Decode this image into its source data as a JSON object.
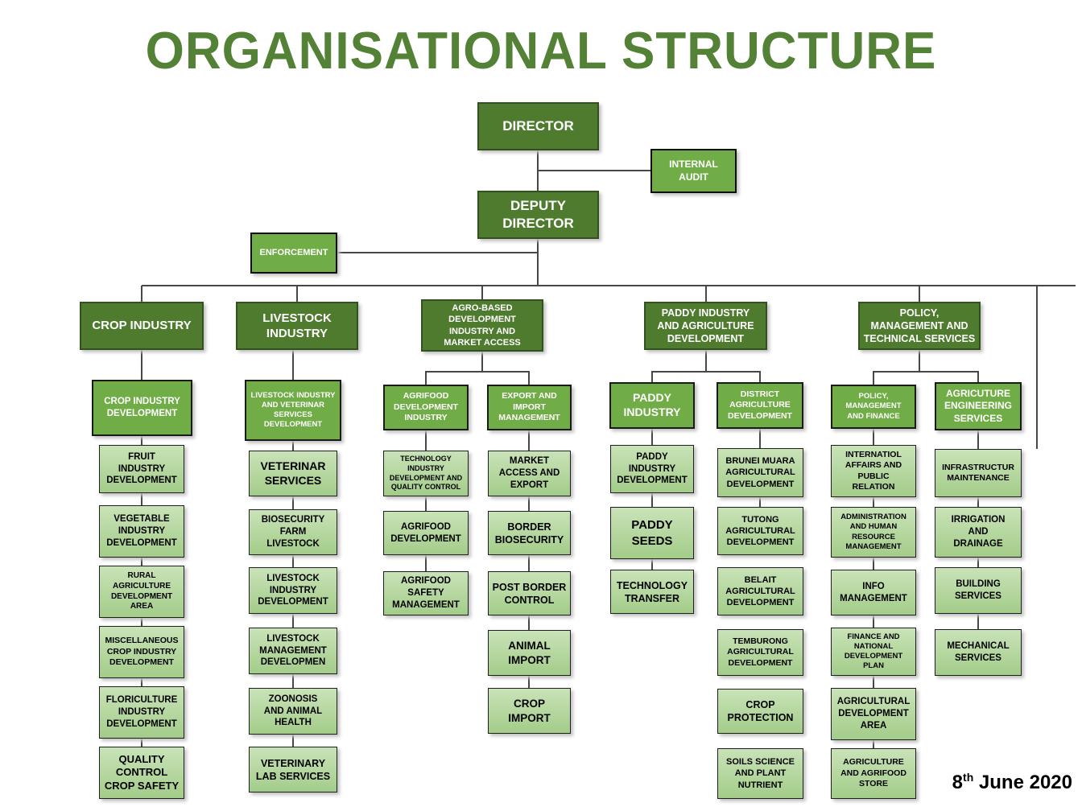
{
  "title": "ORGANISATIONAL STRUCTURE",
  "footer": {
    "date_day": "8",
    "date_ordinal": "th",
    "date_rest": " June 2020"
  },
  "colors": {
    "title_green": "#538135",
    "dark_box": "#4f7b2f",
    "medium_box": "#71ad47",
    "light_box_top": "#c9e3b8",
    "light_box_bottom": "#a3cc89",
    "connector": "#474747"
  },
  "executive": {
    "director": "DIRECTOR",
    "internal_audit": "INTERNAL\nAUDIT",
    "deputy_director": "DEPUTY\nDIRECTOR",
    "enforcement": "ENFORCEMENT"
  },
  "divisions": {
    "crop": {
      "head": "CROP INDUSTRY",
      "dept": "CROP INDUSTRY\nDEVELOPMENT",
      "units": [
        "FRUIT\nINDUSTRY\nDEVELOPMENT",
        "VEGETABLE\nINDUSTRY\nDEVELOPMENT",
        "RURAL\nAGRICULTURE\nDEVELOPMENT\nAREA",
        "MISCELLANEOUS\nCROP INDUSTRY\nDEVELOPMENT",
        "FLORICULTURE\nINDUSTRY\nDEVELOPMENT",
        "QUALITY\nCONTROL\nCROP SAFETY"
      ]
    },
    "livestock": {
      "head": "LIVESTOCK\nINDUSTRY",
      "dept": "LIVESTOCK INDUSTRY\nAND VETERINAR\nSERVICES\nDEVELOPMENT",
      "units": [
        "VETERINAR\nSERVICES",
        "BIOSECURITY\nFARM\nLIVESTOCK",
        "LIVESTOCK\nINDUSTRY\nDEVELOPMENT",
        "LIVESTOCK\nMANAGEMENT\nDEVELOPMEN",
        "ZOONOSIS\nAND ANIMAL\nHEALTH",
        "VETERINARY\nLAB SERVICES"
      ]
    },
    "agro": {
      "head": "AGRO-BASED\nDEVELOPMENT\nINDUSTRY AND\nMARKET ACCESS",
      "agrifood": {
        "dept": "AGRIFOOD\nDEVELOPMENT\nINDUSTRY",
        "units": [
          "TECHNOLOGY\nINDUSTRY\nDEVELOPMENT AND\nQUALITY CONTROL",
          "AGRIFOOD\nDEVELOPMENT",
          "AGRIFOOD\nSAFETY\nMANAGEMENT"
        ]
      },
      "export": {
        "dept": "EXPORT AND\nIMPORT\nMANAGEMENT",
        "units": [
          "MARKET\nACCESS AND\nEXPORT",
          "BORDER\nBIOSECURITY",
          "POST BORDER\nCONTROL",
          "ANIMAL\nIMPORT",
          "CROP\nIMPORT"
        ]
      }
    },
    "paddy": {
      "head": "PADDY INDUSTRY\nAND AGRICULTURE\nDEVELOPMENT",
      "paddy_industry": {
        "dept": "PADDY\nINDUSTRY",
        "units": [
          "PADDY\nINDUSTRY\nDEVELOPMENT",
          "PADDY\nSEEDS",
          "TECHNOLOGY\nTRANSFER"
        ]
      },
      "district": {
        "dept": "DISTRICT\nAGRICULTURE\nDEVELOPMENT",
        "units": [
          "BRUNEI MUARA\nAGRICULTURAL\nDEVELOPMENT",
          "TUTONG\nAGRICULTURAL\nDEVELOPMENT",
          "BELAIT\nAGRICULTURAL\nDEVELOPMENT",
          "TEMBURONG\nAGRICULTURAL\nDEVELOPMENT",
          "CROP\nPROTECTION",
          "SOILS SCIENCE\nAND PLANT\nNUTRIENT"
        ]
      }
    },
    "policy": {
      "head": "POLICY,\nMANAGEMENT AND\nTECHNICAL SERVICES",
      "pmf": {
        "dept": "POLICY,\nMANAGEMENT\nAND FINANCE",
        "units": [
          "INTERNATIOL\nAFFAIRS AND\nPUBLIC\nRELATION",
          "ADMINISTRATION\nAND HUMAN\nRESOURCE\nMANAGEMENT",
          "INFO\nMANAGEMENT",
          "FINANCE AND\nNATIONAL\nDEVELOPMENT\nPLAN",
          "AGRICULTURAL\nDEVELOPMENT\nAREA",
          "AGRICULTURE\nAND AGRIFOOD\nSTORE"
        ]
      },
      "engineering": {
        "dept": "AGRICUTURE\nENGINEERING\nSERVICES",
        "units": [
          "INFRASTRUCTUR\nMAINTENANCE",
          "IRRIGATION\nAND\nDRAINAGE",
          "BUILDING\nSERVICES",
          "MECHANICAL\nSERVICES"
        ]
      }
    }
  }
}
